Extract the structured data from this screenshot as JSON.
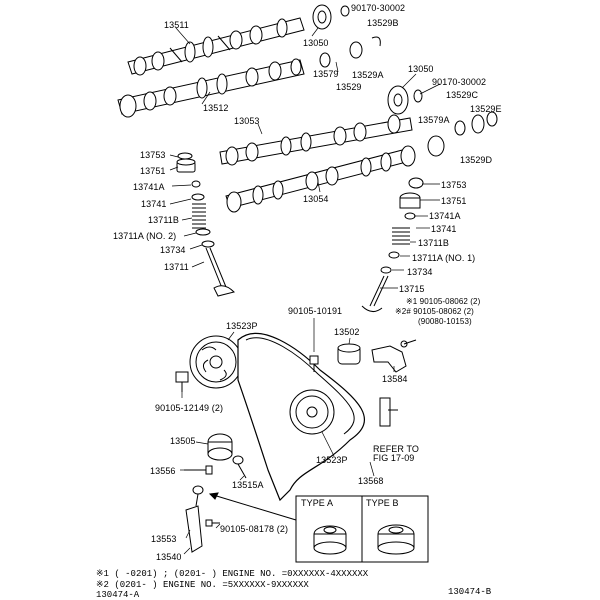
{
  "labels": {
    "p13511": "13511",
    "p90170a": "90170-30002",
    "p13529b": "13529B",
    "p13050a": "13050",
    "p13529a": "13529A",
    "p13579a": "13579",
    "p13529": "13529",
    "p13050b": "13050",
    "p90170b": "90170-30002",
    "p13512": "13512",
    "p13529c": "13529C",
    "p13529e": "13529E",
    "p13579b": "13579A",
    "p13053": "13053",
    "p13529d": "13529D",
    "p13753l": "13753",
    "p13751l": "13751",
    "p13741al": "13741A",
    "p13741l": "13741",
    "p13711bl": "13711B",
    "p13711a2": "13711A (NO. 2)",
    "p13734l": "13734",
    "p13711l": "13711",
    "p13054": "13054",
    "p13753r": "13753",
    "p13751r": "13751",
    "p13741ar": "13741A",
    "p13741r": "13741",
    "p13711br": "13711B",
    "p13711a1": "13711A (NO. 1)",
    "p13734r": "13734",
    "p13715": "13715",
    "p90105_08062a": "※1 90105-08062 (2)",
    "p90105_08062b": "※2# 90105-08062 (2)",
    "p90080": "(90080-10153)",
    "p90105_10191": "90105-10191",
    "p13523p_top": "13523P",
    "p13502": "13502",
    "p13584": "13584",
    "p90105_12149": "90105-12149 (2)",
    "p13505": "13505",
    "p13556": "13556",
    "p13515a": "13515A",
    "p13523p_bot": "13523P",
    "p13568": "13568",
    "refer1": "REFER TO",
    "refer2": "FIG 17-09",
    "p13553": "13553",
    "p13540": "13540",
    "p90105_08178": "90105-08178 (2)",
    "type_a": "TYPE A",
    "type_b": "TYPE B"
  },
  "footnotes": {
    "line1": "※1 (      -0201) ; (0201-     ) ENGINE NO.  =0XXXXXX-4XXXXXX",
    "line2": "※2 (0201-      ) ENGINE NO.  =5XXXXXX-9XXXXXX",
    "fig_left": "130474-A",
    "fig_right": "130474-B"
  }
}
